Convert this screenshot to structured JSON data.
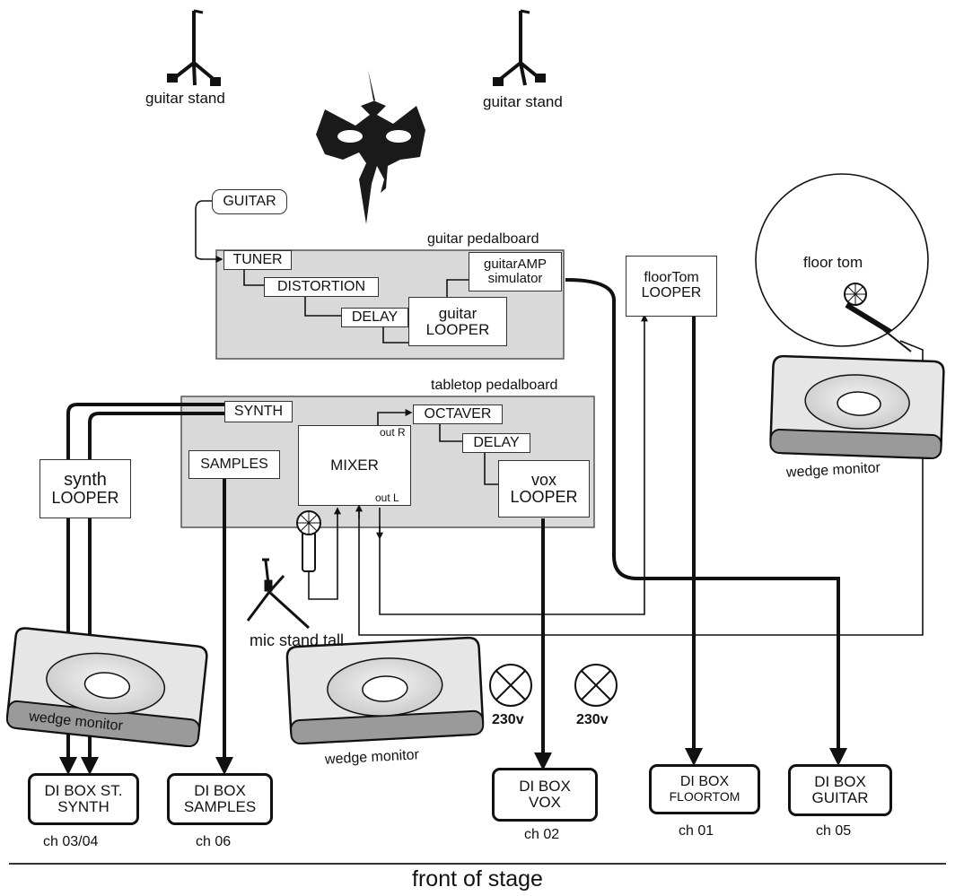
{
  "title": "front of stage",
  "stands": [
    {
      "label": "guitar stand"
    },
    {
      "label": "guitar stand"
    }
  ],
  "boards": {
    "guitar": {
      "label": "guitar pedalboard"
    },
    "tabletop": {
      "label": "tabletop pedalboard"
    }
  },
  "boxes": {
    "guitar": "GUITAR",
    "tuner": "TUNER",
    "distortion": "DISTORTION",
    "delay_guitar": "DELAY",
    "guitar_looper_1": "guitar",
    "guitar_looper_2": "LOOPER",
    "amp_sim_1": "guitarAMP",
    "amp_sim_2": "simulator",
    "floortom_looper_1": "floorTom",
    "floortom_looper_2": "LOOPER",
    "synth": "SYNTH",
    "samples": "SAMPLES",
    "mixer": "MIXER",
    "out_r": "out R",
    "out_l": "out L",
    "octaver": "OCTAVER",
    "delay_vox": "DELAY",
    "vox_looper_1": "vox",
    "vox_looper_2": "LOOPER",
    "synth_looper_1": "synth",
    "synth_looper_2": "LOOPER"
  },
  "floor_tom": "floor tom",
  "mic_stand": "mic stand tall",
  "wedges": [
    "wedge monitor",
    "wedge monitor",
    "wedge monitor"
  ],
  "power": [
    "230v",
    "230v"
  ],
  "di_boxes": [
    {
      "line1": "DI BOX ST.",
      "line2": "SYNTH",
      "channel": "ch 03/04"
    },
    {
      "line1": "DI BOX",
      "line2": "SAMPLES",
      "channel": "ch 06"
    },
    {
      "line1": "DI BOX",
      "line2": "VOX",
      "channel": "ch 02"
    },
    {
      "line1": "DI BOX",
      "line2": "FLOORTOM",
      "channel": "ch 01"
    },
    {
      "line1": "DI BOX",
      "line2": "GUITAR",
      "channel": "ch 05"
    }
  ]
}
